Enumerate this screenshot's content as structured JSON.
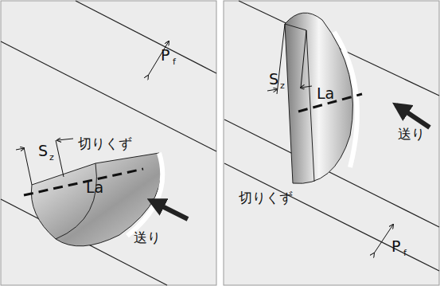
{
  "diagram": {
    "labels": [
      "P",
      "f",
      "S",
      "z",
      "切りくず",
      "La",
      "送り",
      "S",
      "z",
      "La",
      "送り",
      "切りくず",
      "P",
      "f"
    ]
  }
}
